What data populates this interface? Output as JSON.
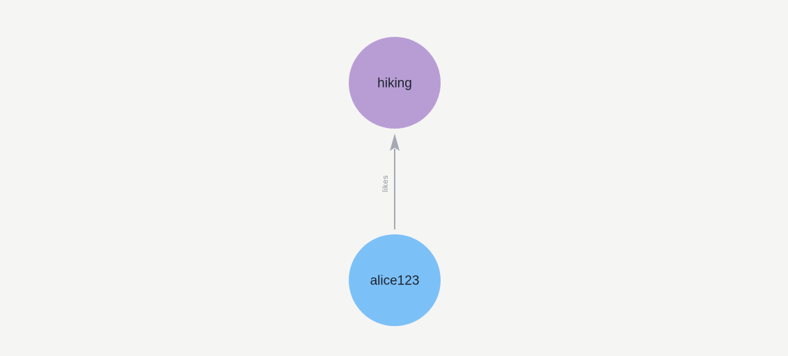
{
  "canvas": {
    "background": "#f5f5f4"
  },
  "graph": {
    "type": "graph",
    "node_label_color": "#1d232b",
    "nodes": [
      {
        "id": "hiking",
        "label": "hiking",
        "color": "#b89dd5"
      },
      {
        "id": "alice123",
        "label": "alice123",
        "color": "#7cc0f8"
      }
    ],
    "edges": [
      {
        "source": "alice123",
        "target": "hiking",
        "label": "likes",
        "direction": "up",
        "color": "#a5a9b3",
        "label_color": "#8f939c"
      }
    ]
  }
}
